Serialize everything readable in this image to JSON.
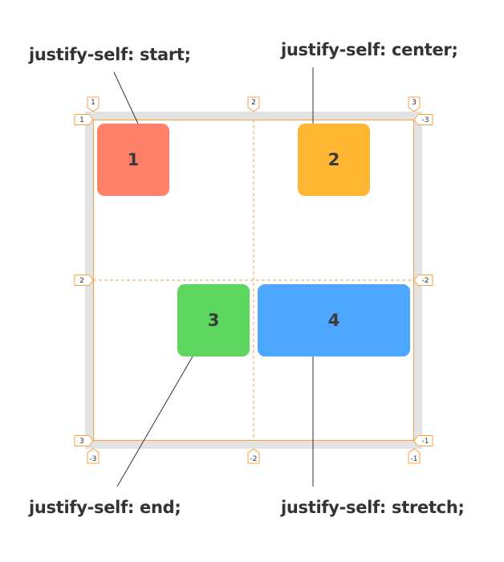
{
  "labels": {
    "item1": "justify-self: start;",
    "item2": "justify-self: center;",
    "item3": "justify-self: end;",
    "item4": "justify-self: stretch;"
  },
  "items": [
    {
      "text": "1",
      "color": "#ff8069"
    },
    {
      "text": "2",
      "color": "#ffb733"
    },
    {
      "text": "3",
      "color": "#5cd65c"
    },
    {
      "text": "4",
      "color": "#4da6ff"
    }
  ],
  "grid_line_tags": {
    "top": [
      "1",
      "2",
      "3"
    ],
    "bottom": [
      "-3",
      "-2",
      "-1"
    ],
    "left": [
      "1",
      "2",
      "3"
    ],
    "right": [
      "-3",
      "-2",
      "-1"
    ]
  },
  "colors": {
    "grid_line": "#f5a142",
    "container_border": "#e3e3e3"
  }
}
